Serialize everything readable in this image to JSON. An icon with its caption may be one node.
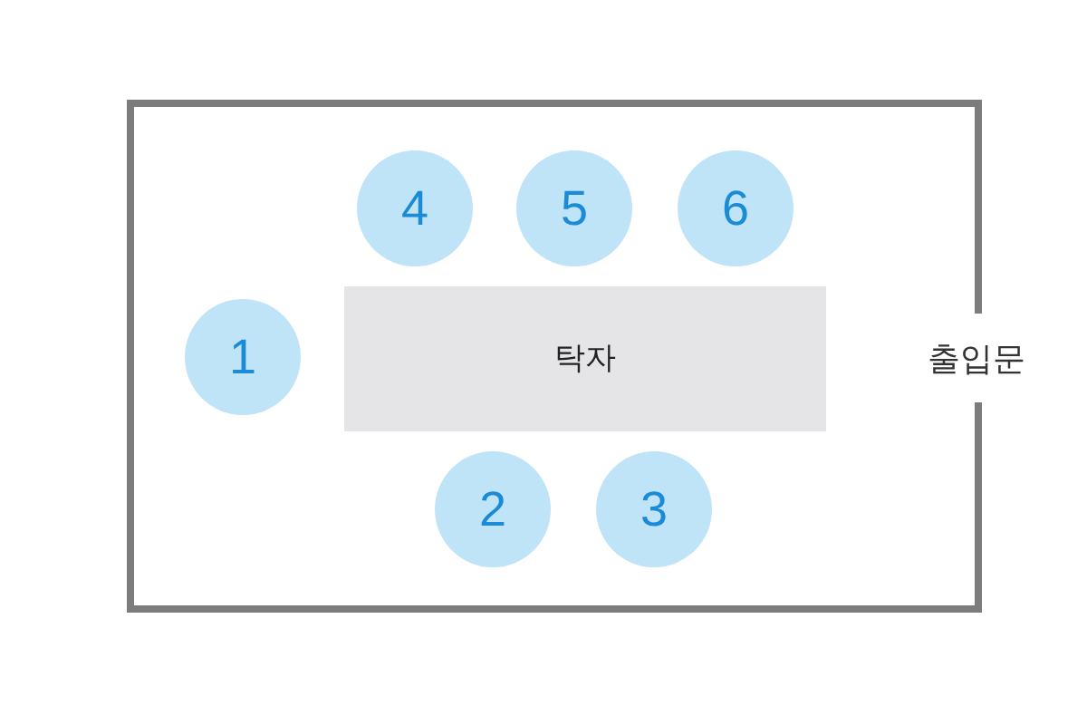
{
  "diagram": {
    "nodes": [
      {
        "text": [],
        "shape": "box"
      },
      {
        "text": [
          "4"
        ],
        "in": 0
      },
      {
        "text": [
          "5"
        ],
        "in": 0
      },
      {
        "text": [
          "6"
        ],
        "in": 0
      },
      {
        "text": [
          "1"
        ],
        "in": 0
      },
      {
        "text": [
          "탁자"
        ],
        "in": 0
      },
      {
        "text": [
          "2"
        ],
        "in": 0
      },
      {
        "text": [
          "3"
        ],
        "in": 0
      }
    ],
    "labels": [
      "출입문"
    ]
  }
}
